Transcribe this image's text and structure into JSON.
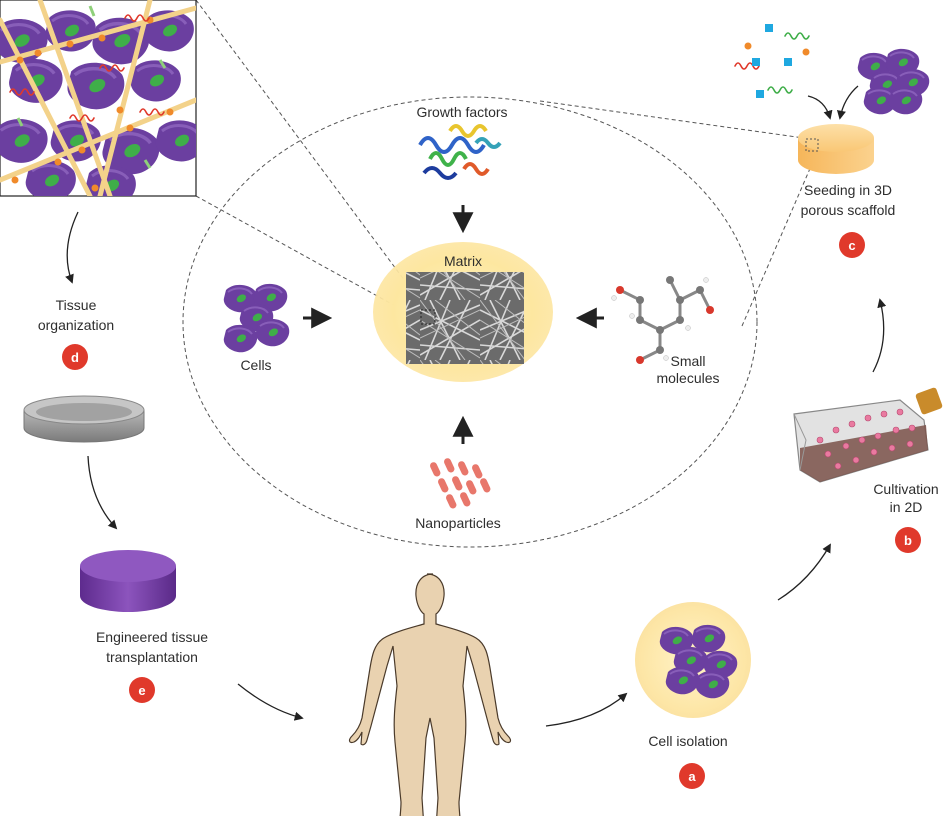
{
  "labels": {
    "growth_factors": "Growth factors",
    "matrix": "Matrix",
    "cells": "Cells",
    "small_molecules_1": "Small",
    "small_molecules_2": "molecules",
    "nanoparticles": "Nanoparticles",
    "seeding_1": "Seeding in 3D",
    "seeding_2": "porous scaffold",
    "cultivation_1": "Cultivation",
    "cultivation_2": "in 2D",
    "cell_isolation": "Cell isolation",
    "tissue_1": "Tissue",
    "tissue_2": "organization",
    "engineered_1": "Engineered tissue",
    "engineered_2": "transplantation"
  },
  "badges": {
    "a": "a",
    "b": "b",
    "c": "c",
    "d": "d",
    "e": "e"
  },
  "colors": {
    "badge": "#e0392b",
    "cell_body": "#6b3fa0",
    "cell_nucleus": "#3fae49",
    "fiber": "#f3d28a",
    "scaffold": "#f9c064",
    "tissue_disc": "#7b3fa8",
    "body": "#e9d2b0",
    "nanoparticle": "#e8776b"
  },
  "icons": [
    "cell-cluster-icon",
    "growth-factor-protein-icon",
    "matrix-micrograph-icon",
    "molecule-ball-stick-icon",
    "nanoparticles-icon",
    "culture-flask-icon",
    "scaffold-disc-icon",
    "petri-dish-icon",
    "human-body-icon"
  ]
}
